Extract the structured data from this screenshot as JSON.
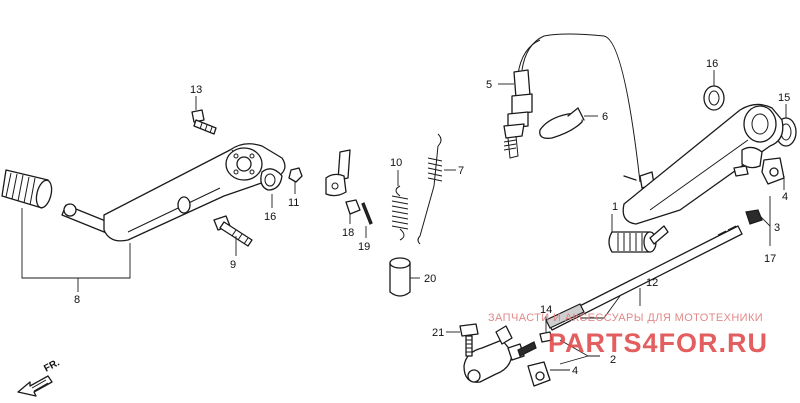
{
  "callouts": {
    "c1": "1",
    "c2": "2",
    "c3": "3",
    "c4a": "4",
    "c4b": "4",
    "c5": "5",
    "c6": "6",
    "c7": "7",
    "c8": "8",
    "c9": "9",
    "c10": "10",
    "c11": "11",
    "c12": "12",
    "c13": "13",
    "c14": "14",
    "c15": "15",
    "c16a": "16",
    "c16b": "16",
    "c17": "17",
    "c18": "18",
    "c19": "19",
    "c20": "20",
    "c21": "21"
  },
  "direction": {
    "label": "FR."
  },
  "watermark": {
    "tagline": "ЗАПЧАСТИ И АКСЕССУАРЫ ДЛЯ МОТОТЕХНИКИ",
    "logo": "PARTS4FOR.RU"
  },
  "colors": {
    "ink": "#1a1a1a",
    "watermark": "#e14d4d"
  }
}
